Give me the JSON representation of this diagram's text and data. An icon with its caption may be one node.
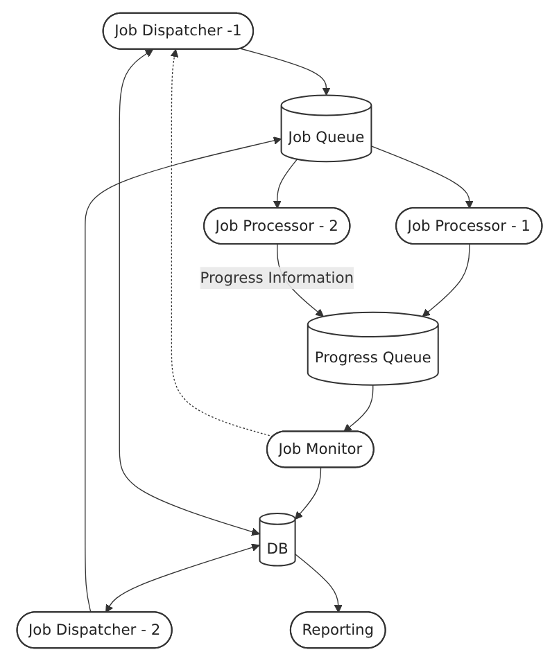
{
  "diagram": {
    "nodes": [
      {
        "text": [
          "Job Dispatcher -1"
        ]
      },
      {
        "text": [
          "Job Dispatcher - 2"
        ]
      },
      {
        "text": [
          "Job Queue"
        ]
      },
      {
        "text": [
          "Job Processor - 1"
        ]
      },
      {
        "text": [
          "Job Processor - 2"
        ]
      },
      {
        "text": [
          "Progress Queue"
        ]
      },
      {
        "text": [
          "Job Monitor"
        ]
      },
      {
        "text": [
          "DB"
        ]
      },
      {
        "text": [
          "Reporting"
        ]
      }
    ],
    "edges": [
      {
        "from": 0,
        "to": 2,
        "arrow": "to"
      },
      {
        "from": 1,
        "to": 2,
        "arrow": "to"
      },
      {
        "from": 2,
        "to": 3,
        "arrow": "to"
      },
      {
        "from": 2,
        "to": 4,
        "arrow": "to"
      },
      {
        "from": 3,
        "to": 5,
        "arrow": "to"
      },
      {
        "from": 4,
        "to": 5,
        "arrow": "to",
        "label": "Progress Information"
      },
      {
        "from": 5,
        "to": 6,
        "arrow": "to"
      },
      {
        "from": 6,
        "to": 0,
        "arrow": "to",
        "style": "dashed"
      },
      {
        "from": 6,
        "to": 7,
        "arrow": "to"
      },
      {
        "from": 7,
        "to": 0,
        "arrow": "both"
      },
      {
        "from": 7,
        "to": 1,
        "arrow": "both"
      },
      {
        "from": 7,
        "to": 8,
        "arrow": "to"
      }
    ]
  }
}
